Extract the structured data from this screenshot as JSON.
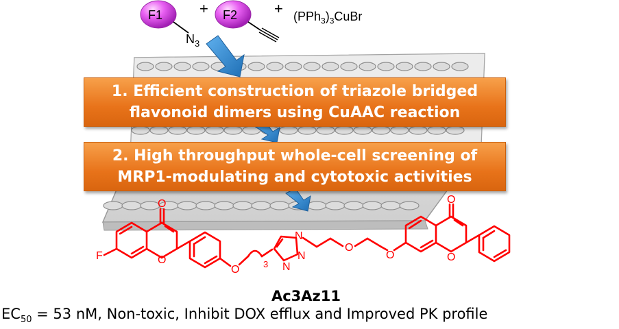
{
  "reactants": {
    "fragment1_label": "F1",
    "fragment2_label": "F2",
    "azide_label": "N",
    "azide_subscript": "3",
    "plus": "+",
    "reagent_prefix": "(PPh",
    "reagent_sub1": "3",
    "reagent_mid": ")",
    "reagent_sub2": "3",
    "reagent_suffix": "CuBr"
  },
  "steps": [
    {
      "line1": "1. Efficient construction of triazole bridged",
      "line2": "flavonoid dimers using CuAAC reaction"
    },
    {
      "line1": "2. High throughput whole-cell screening of",
      "line2": "MRP1-modulating and cytotoxic activities"
    }
  ],
  "molecule": {
    "atom_F": "F",
    "atom_O": "O",
    "atom_N": "N",
    "chain_subscript": "3",
    "name": "Ac3Az11"
  },
  "summary": {
    "prefix": "EC",
    "subscript": "50",
    "text": " = 53 nM, Non-toxic, Inhibit DOX efflux and Improved PK profile"
  },
  "colors": {
    "molecule": "#ff0000",
    "box_fill": "#ee7a22",
    "arrow": "#2f8fd9",
    "sphere": "#e14df0",
    "plate": "#c8c8c8"
  }
}
